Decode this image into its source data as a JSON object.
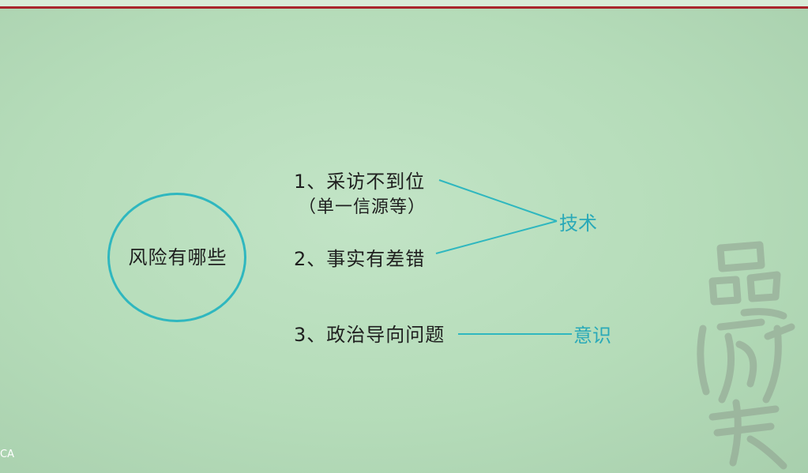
{
  "slide": {
    "center_label": "风险有哪些",
    "items": [
      {
        "label": "1、采访不到位",
        "sub": "（单一信源等）"
      },
      {
        "label": "2、事实有差错"
      },
      {
        "label": "3、政治导向问题"
      }
    ],
    "tags": {
      "tech": "技术",
      "awareness": "意识"
    },
    "corner_text": "CA"
  },
  "colors": {
    "accent": "#2fb7bf",
    "tag_text": "#29a9b8",
    "top_rule": "#a9262c",
    "background": "#b8dfbc"
  }
}
